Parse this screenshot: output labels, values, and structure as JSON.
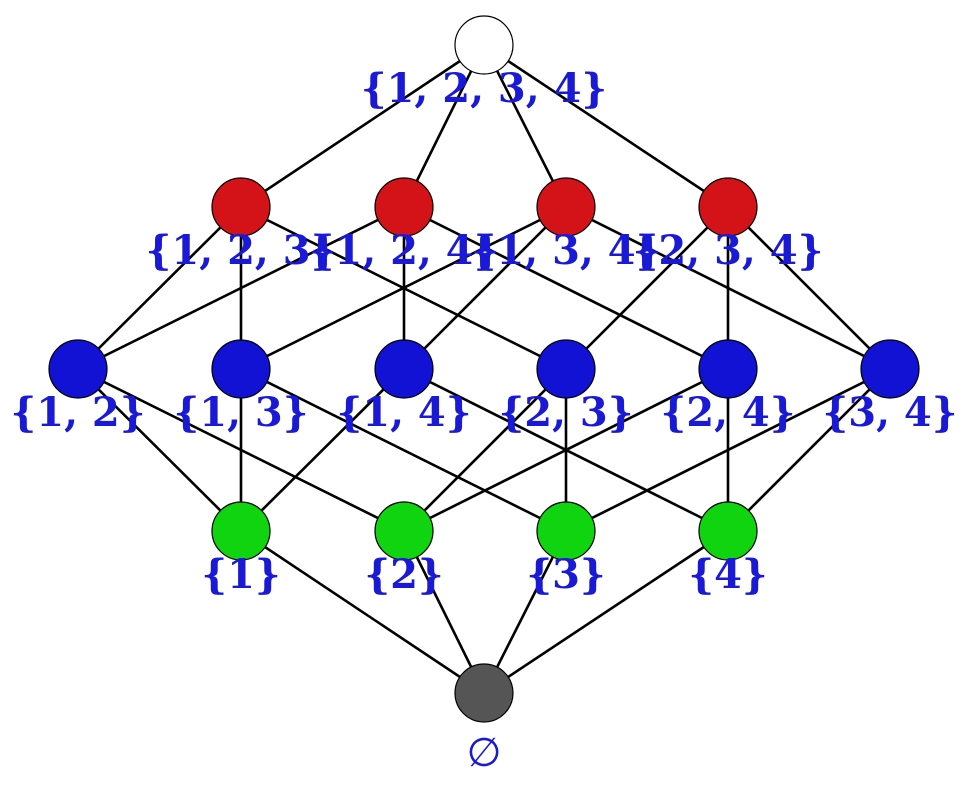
{
  "diagram": {
    "type": "hasse-diagram",
    "label_color": "#1a1ad6",
    "level_colors": {
      "top": "#ffffff",
      "three": "#d41319",
      "two": "#1212d4",
      "one": "#11d411",
      "empty": "#555555"
    },
    "nodes": [
      {
        "id": "1234",
        "label": "{1, 2, 3, 4}",
        "level": "top"
      },
      {
        "id": "123",
        "label": "{1, 2, 3}",
        "level": "three"
      },
      {
        "id": "124",
        "label": "{1, 2, 4}",
        "level": "three"
      },
      {
        "id": "134",
        "label": "{1, 3, 4}",
        "level": "three"
      },
      {
        "id": "234",
        "label": "{2, 3, 4}",
        "level": "three"
      },
      {
        "id": "12",
        "label": "{1, 2}",
        "level": "two"
      },
      {
        "id": "13",
        "label": "{1, 3}",
        "level": "two"
      },
      {
        "id": "14",
        "label": "{1, 4}",
        "level": "two"
      },
      {
        "id": "23",
        "label": "{2, 3}",
        "level": "two"
      },
      {
        "id": "24",
        "label": "{2, 4}",
        "level": "two"
      },
      {
        "id": "34",
        "label": "{3, 4}",
        "level": "two"
      },
      {
        "id": "1",
        "label": "{1}",
        "level": "one"
      },
      {
        "id": "2",
        "label": "{2}",
        "level": "one"
      },
      {
        "id": "3",
        "label": "{3}",
        "level": "one"
      },
      {
        "id": "4",
        "label": "{4}",
        "level": "one"
      },
      {
        "id": "empty",
        "label": "∅",
        "level": "empty"
      }
    ],
    "edges": [
      [
        "1234",
        "123"
      ],
      [
        "1234",
        "124"
      ],
      [
        "1234",
        "134"
      ],
      [
        "1234",
        "234"
      ],
      [
        "123",
        "12"
      ],
      [
        "123",
        "13"
      ],
      [
        "123",
        "23"
      ],
      [
        "124",
        "12"
      ],
      [
        "124",
        "14"
      ],
      [
        "124",
        "24"
      ],
      [
        "134",
        "13"
      ],
      [
        "134",
        "14"
      ],
      [
        "134",
        "34"
      ],
      [
        "234",
        "23"
      ],
      [
        "234",
        "24"
      ],
      [
        "234",
        "34"
      ],
      [
        "12",
        "1"
      ],
      [
        "12",
        "2"
      ],
      [
        "13",
        "1"
      ],
      [
        "13",
        "3"
      ],
      [
        "14",
        "1"
      ],
      [
        "14",
        "4"
      ],
      [
        "23",
        "2"
      ],
      [
        "23",
        "3"
      ],
      [
        "24",
        "2"
      ],
      [
        "24",
        "4"
      ],
      [
        "34",
        "3"
      ],
      [
        "34",
        "4"
      ],
      [
        "1",
        "empty"
      ],
      [
        "2",
        "empty"
      ],
      [
        "3",
        "empty"
      ],
      [
        "4",
        "empty"
      ]
    ]
  }
}
